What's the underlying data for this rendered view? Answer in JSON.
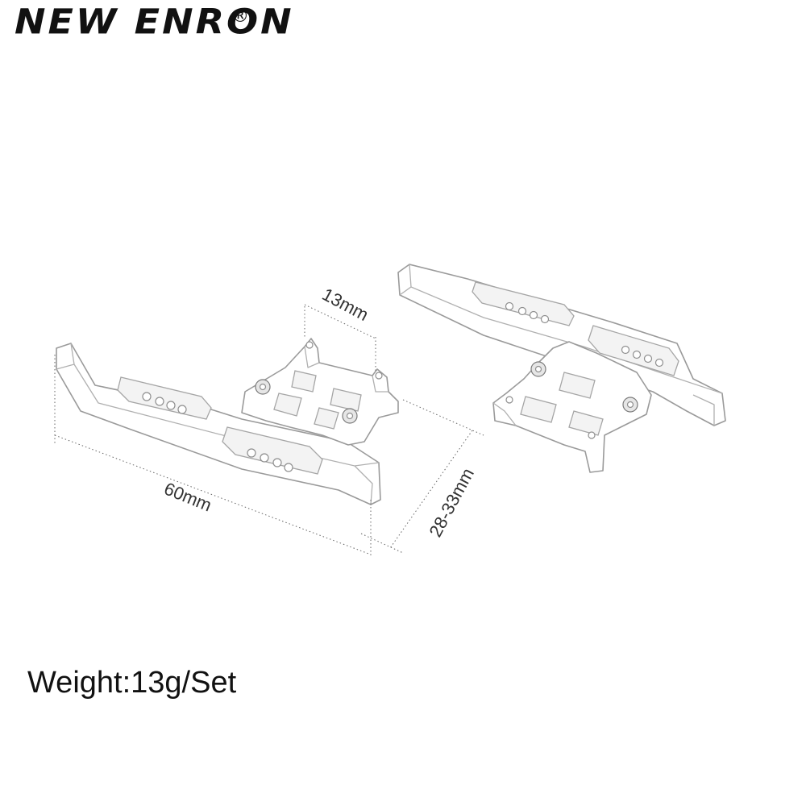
{
  "brand": {
    "name": "NEW ENRON",
    "registered_mark": "®"
  },
  "dimensions": {
    "length": "60mm",
    "width": "13mm",
    "height": "28-33mm"
  },
  "specs": {
    "weight": "Weight:13g/Set"
  }
}
